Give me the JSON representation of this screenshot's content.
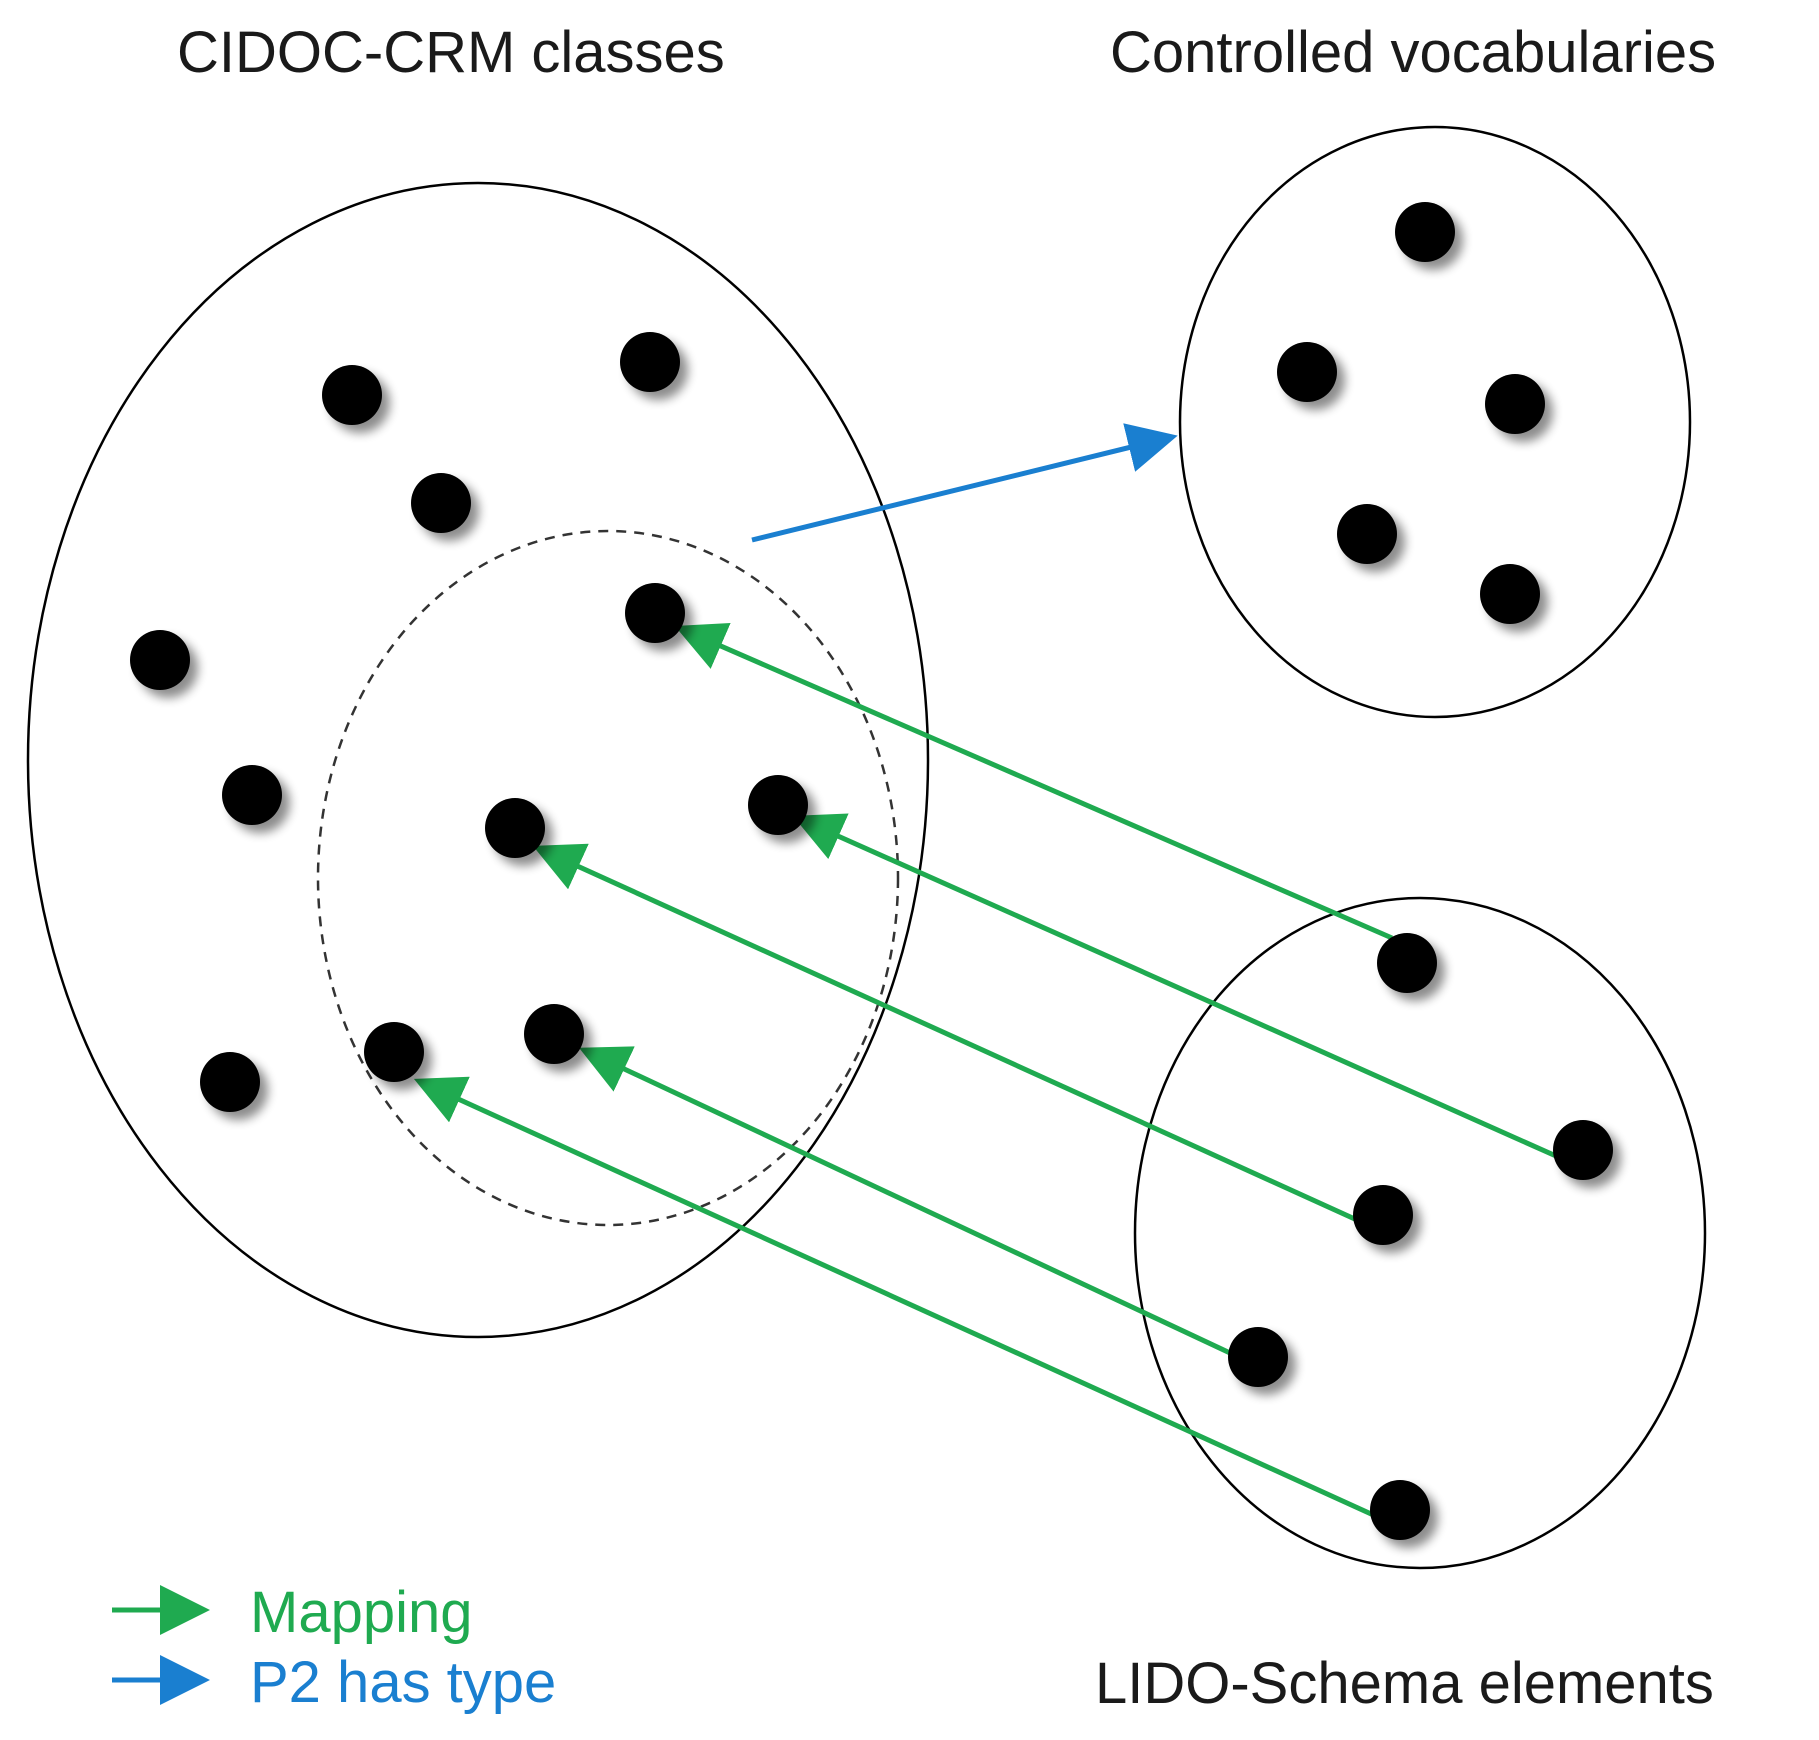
{
  "labels": {
    "cidoc": "CIDOC-CRM classes",
    "vocab": "Controlled vocabularies",
    "lido": "LIDO-Schema elements"
  },
  "legend": [
    {
      "label": "Mapping",
      "color": "#1faa50",
      "kind": "mapping"
    },
    {
      "label": "P2 has type",
      "color": "#1a7fd0",
      "kind": "p2-has-type"
    }
  ],
  "colors": {
    "dot": "#000000",
    "outline": "#000000",
    "mapping_arrow": "#1faa50",
    "type_arrow": "#1a7fd0"
  }
}
